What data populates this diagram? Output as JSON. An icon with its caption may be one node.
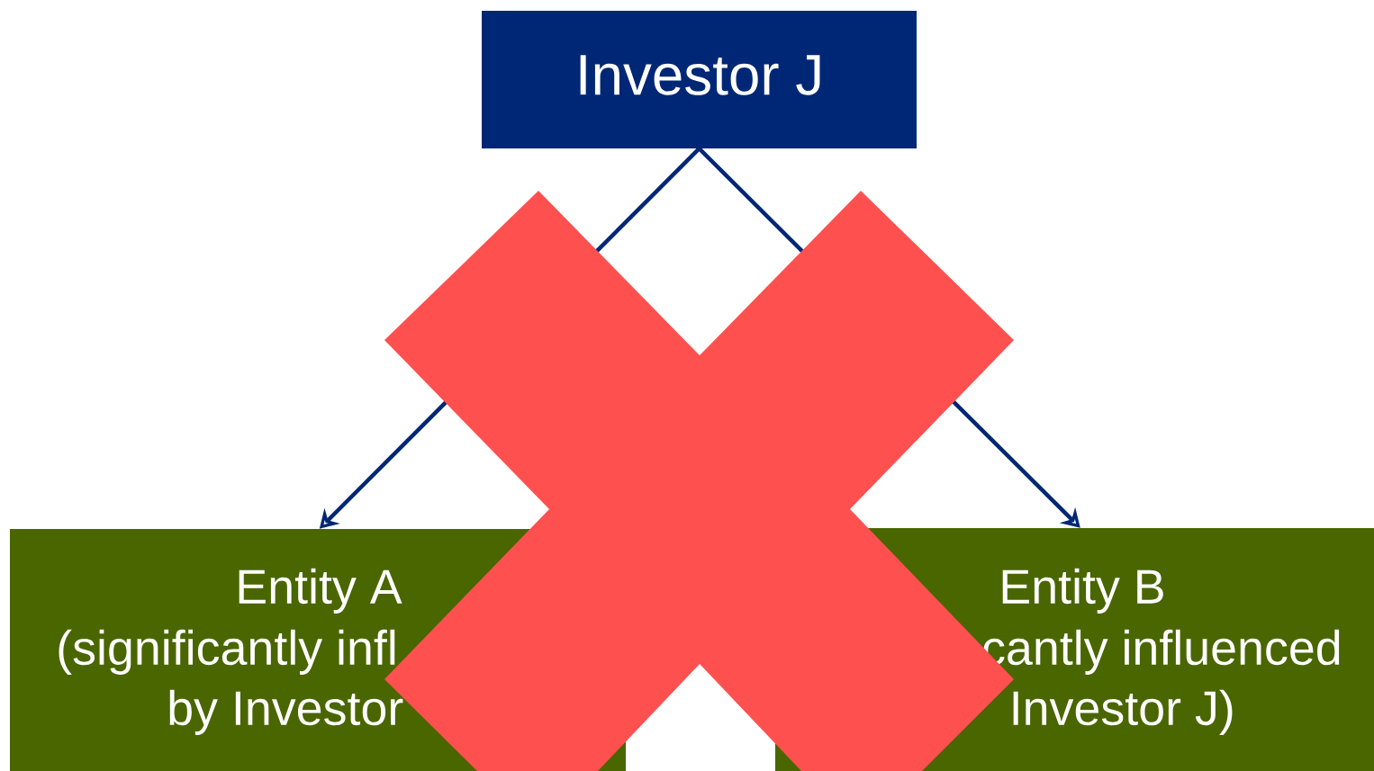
{
  "diagram": {
    "nodes": [
      {
        "text": [
          "Investor J"
        ]
      },
      {
        "text": [
          "Entity A",
          "(significantly infl",
          "by Investor"
        ]
      },
      {
        "text": [
          "Entity B",
          "cantly influenced",
          "Investor J)"
        ]
      }
    ],
    "edges": [
      {
        "from": 0,
        "to": 1,
        "arrow": "to"
      },
      {
        "from": 0,
        "to": 2,
        "arrow": "to"
      }
    ]
  }
}
